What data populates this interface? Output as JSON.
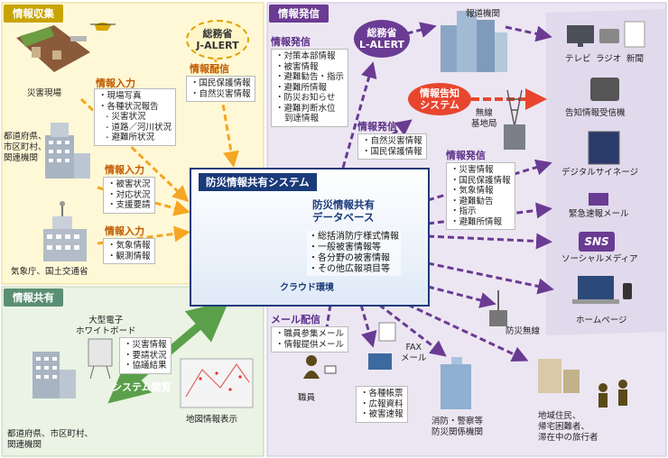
{
  "panels": {
    "collect": "情報収集",
    "share": "情報共有",
    "deliver": "情報発信"
  },
  "system": {
    "title": "防災情報共有システム",
    "db_title1": "防災情報共有",
    "db_title2": "データベース",
    "db_items": [
      "総括消防庁様式情報",
      "一般被害情報等",
      "各分野の被害情報",
      "その他広報項目等"
    ],
    "cloud_label": "クラウド環境"
  },
  "collect": {
    "site_label": "災害現場",
    "input_label": "情報入力",
    "input1_items": [
      "現場写真",
      "各種状況報告"
    ],
    "input1_subitems": [
      "- 災害状況",
      "- 道路／河川状況",
      "- 避難所状況"
    ],
    "pref_label1": "都道府県、",
    "pref_label2": "市区町村、",
    "pref_label3": "関連機関",
    "input2_items": [
      "被害状況",
      "対応状況",
      "支援要請"
    ],
    "input3_items": [
      "気象情報",
      "観測情報"
    ],
    "weather_label": "気象庁、国土交通省",
    "jalert": "総務省\nJ-ALERT",
    "jalert_line1": "総務省",
    "jalert_line2": "J-ALERT",
    "distrib_label": "情報配信",
    "distrib_items": [
      "国民保護情報",
      "自然災害情報"
    ]
  },
  "share": {
    "board1": "大型電子",
    "board2": "ホワイトボード",
    "items": [
      "災害情報",
      "要請状況",
      "協議結果"
    ],
    "browse": "システム閲覧",
    "map": "地図情報表示",
    "org1": "都道府県、市区町村、",
    "org2": "関連機関"
  },
  "deliver": {
    "out_label": "情報発信",
    "out_items": [
      "対策本部情報",
      "被害情報",
      "避難勧告・指示",
      "避難所情報",
      "防災お知らせ",
      "避難判断水位",
      "到達情報"
    ],
    "lalert1": "総務省",
    "lalert2": "L-ALERT",
    "media_label": "報道機関",
    "notice1": "情報告知",
    "notice2": "システム",
    "station1": "無線",
    "station2": "基地局",
    "out2_label": "情報発信",
    "out2_items": [
      "自然災害情報",
      "国民保護情報"
    ],
    "out3_label": "情報発信",
    "out3_items": [
      "災害情報",
      "国民保護情報",
      "気象情報",
      "避難勧告",
      "指示",
      "避難所情報"
    ],
    "tv": "テレビ",
    "radio": "ラジオ",
    "paper": "新聞",
    "receiver": "告知情報受信機",
    "signage": "デジタルサイネージ",
    "mail_label": "緊急速報メール",
    "sns": "SNS",
    "social": "ソーシャルメディア",
    "homepage": "ホームページ",
    "radio_wireless": "防災無線",
    "mail_deliver": "メール配信",
    "mail_items": [
      "職員参集メール",
      "情報提供メール"
    ],
    "fax1": "FAX",
    "fax2": "メール",
    "staff": "職員",
    "forms": [
      "各種帳票",
      "広報資料",
      "被害速報"
    ],
    "fire1": "消防・警察等",
    "fire2": "防災関係機関",
    "resident1": "地域住民、",
    "resident2": "帰宅困難者、",
    "resident3": "滞在中の旅行者"
  },
  "colors": {
    "collect_bg": "#fff8d6",
    "share_bg": "#eaf3e4",
    "deliver_bg": "#ece6f2",
    "orange_arrow": "#f5a623",
    "purple_arrow": "#6a3b93",
    "green_arrow": "#5aa04a",
    "red_arrow": "#e8452e",
    "system_border": "#1a3a7a"
  }
}
